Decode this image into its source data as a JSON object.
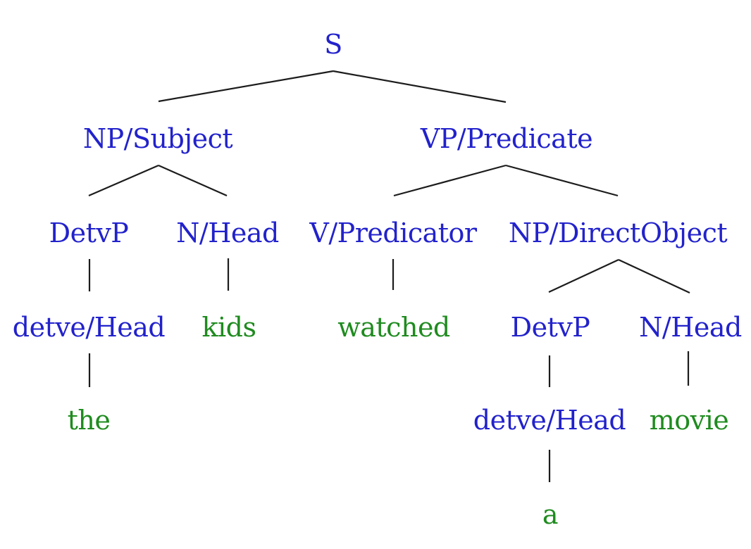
{
  "diagram": {
    "type": "constituency-parse-tree",
    "sentence": "the kids watched a movie",
    "colors": {
      "nonterminal": "#2222cc",
      "terminal": "#1f8b1f",
      "edge": "#1c1c1c",
      "background": "#ffffff"
    },
    "nodes": {
      "s": {
        "label": "S",
        "role": "nonterminal"
      },
      "np_subject": {
        "label": "NP/Subject",
        "role": "nonterminal"
      },
      "vp_predicate": {
        "label": "VP/Predicate",
        "role": "nonterminal"
      },
      "detvp_1": {
        "label": "DetvP",
        "role": "nonterminal"
      },
      "n_head_1": {
        "label": "N/Head",
        "role": "nonterminal"
      },
      "v_predicator": {
        "label": "V/Predicator",
        "role": "nonterminal"
      },
      "np_directobject": {
        "label": "NP/DirectObject",
        "role": "nonterminal"
      },
      "detve_head_1": {
        "label": "detve/Head",
        "role": "nonterminal"
      },
      "kids": {
        "label": "kids",
        "role": "terminal"
      },
      "watched": {
        "label": "watched",
        "role": "terminal"
      },
      "detvp_2": {
        "label": "DetvP",
        "role": "nonterminal"
      },
      "n_head_2": {
        "label": "N/Head",
        "role": "nonterminal"
      },
      "the": {
        "label": "the",
        "role": "terminal"
      },
      "detve_head_2": {
        "label": "detve/Head",
        "role": "nonterminal"
      },
      "movie": {
        "label": "movie",
        "role": "terminal"
      },
      "a": {
        "label": "a",
        "role": "terminal"
      }
    },
    "structure": {
      "S": {
        "NP/Subject": {
          "DetvP": {
            "detve/Head": "the"
          },
          "N/Head": "kids"
        },
        "VP/Predicate": {
          "V/Predicator": "watched",
          "NP/DirectObject": {
            "DetvP": {
              "detve/Head": "a"
            },
            "N/Head": "movie"
          }
        }
      }
    }
  }
}
